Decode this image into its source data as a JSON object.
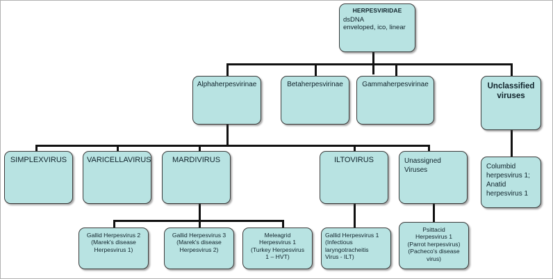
{
  "diagram": {
    "title": "Herpesviridae taxonomy chart",
    "fill_color": "#b8e3e2",
    "border_color": "#3a3a3a",
    "edge_color": "#111111",
    "background": "#ffffff"
  },
  "root": {
    "title": "HERPESVIRIDAE",
    "line1": "dsDNA",
    "line2": "enveloped, ico, linear"
  },
  "subfamilies": [
    {
      "label": "Alphaherpesvirinae"
    },
    {
      "label": "Betaherpesvirinae"
    },
    {
      "label": "Gammaherpesvirinae"
    }
  ],
  "unclassified": {
    "line1": "Unclassified",
    "line2": "viruses"
  },
  "genera": [
    {
      "label": "SIMPLEXVIRUS"
    },
    {
      "label": "VARICELLAVIRUS"
    },
    {
      "label": "MARDIVIRUS"
    },
    {
      "label": "ILTOVIRUS"
    }
  ],
  "unassigned": {
    "line1": "Unassigned",
    "line2": "Viruses"
  },
  "columbid": {
    "line1": "Columbid",
    "line2": "herpesvirus 1;",
    "line3": "Anatid",
    "line4": "herpesvirus 1"
  },
  "species": [
    {
      "name": "gallid-herpesvirus-2",
      "line1": "Gallid Herpesvirus 2",
      "line2": "(Marek's disease",
      "line3": "Herpesvirus 1)",
      "line4": ""
    },
    {
      "name": "gallid-herpesvirus-3",
      "line1": "Gallid Herpesvirus 3",
      "line2": "(Marek's disease",
      "line3": "Herpesvirus 2)",
      "line4": ""
    },
    {
      "name": "meleagrid-herpesvirus-1",
      "line1": "Meleagrid",
      "line2": "Herpesvirus 1",
      "line3": "(Turkey Herpesvirus",
      "line4": "1 – HVT)"
    },
    {
      "name": "gallid-herpesvirus-1",
      "line1": "Gallid Herpesvirus 1",
      "line2": "(Infectious",
      "line3": "laryngotracheitis",
      "line4": "Virus - ILT)"
    },
    {
      "name": "psittacid-herpesvirus-1",
      "line1": "Psittacid",
      "line2": "Herpesvirus 1",
      "line3": "(Parrot herpesvirus)",
      "line4": "(Pacheco's disease",
      "line5": "virus)"
    }
  ]
}
